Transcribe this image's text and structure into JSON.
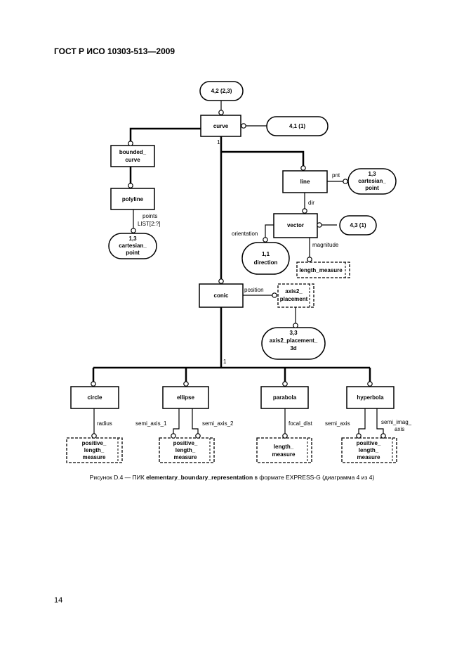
{
  "header": "ГОСТ Р ИСО 10303-513—2009",
  "page_number": "14",
  "caption": {
    "prefix": "Рисунок D.4 — ПИК ",
    "bold": "elementary_boundary_representation",
    "suffix": " в формате EXPRESS-G (диаграмма 4 из 4)"
  },
  "entities": {
    "curve": "curve",
    "bounded_curve": [
      "bounded_",
      "curve"
    ],
    "polyline": "polyline",
    "line": "line",
    "vector": "vector",
    "conic": "conic",
    "circle": "circle",
    "ellipse": "ellipse",
    "parabola": "parabola",
    "hyperbola": "hyperbola"
  },
  "page_refs": {
    "ref_top": "4,2 (2,3)",
    "ref_curve": "4,1 (1)",
    "ref_pnt_line": [
      "1,3",
      "cartesian_",
      "point"
    ],
    "ref_pnt_polyline": [
      "1,3",
      "cartesian_",
      "point"
    ],
    "ref_vector": "4,3 (1)",
    "ref_direction": [
      "1,1",
      "direction"
    ],
    "ref_placement3d": [
      "3,3",
      "axis2_placement_",
      "3d"
    ]
  },
  "types": {
    "length_measure_vector": "length_measure",
    "axis2_placement": [
      "axis2_",
      "placement"
    ],
    "circle_radius": [
      "positive_",
      "length_",
      "measure"
    ],
    "ellipse_axes": [
      "positive_",
      "length_",
      "measure"
    ],
    "parabola_focal": [
      "length_",
      "measure"
    ],
    "hyperbola_axes": [
      "positive_",
      "length_",
      "measure"
    ]
  },
  "labels": {
    "one_curve": "1",
    "one_conic": "1",
    "points": "points",
    "points_list": "LIST[2:?]",
    "pnt": "pnt",
    "dir": "dir",
    "orientation": "orientation",
    "magnitude": "magnitude",
    "position": "position",
    "radius": "radius",
    "semi_axis_1": "semi_axis_1",
    "semi_axis_2": "semi_axis_2",
    "focal_dist": "focal_dist",
    "semi_axis": "semi_axis",
    "semi_imag_axis": [
      "semi_imag_",
      "axis"
    ]
  }
}
